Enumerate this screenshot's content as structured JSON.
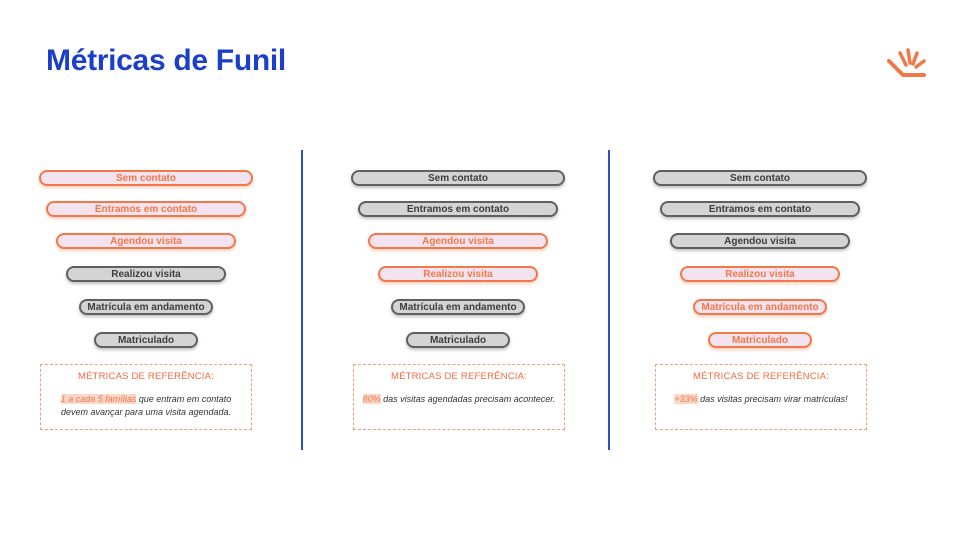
{
  "page": {
    "title": "Métricas de Funil",
    "accent_color": "#1c3fc9",
    "highlight_color": "#f27749",
    "logo_icon": "sun-rays-logo-icon"
  },
  "funnels": [
    {
      "stages": [
        {
          "label": "Sem contato",
          "active": true
        },
        {
          "label": "Entramos em contato",
          "active": true
        },
        {
          "label": "Agendou visita",
          "active": true
        },
        {
          "label": "Realizou visita",
          "active": false
        },
        {
          "label": "Matrícula em andamento",
          "active": false
        },
        {
          "label": "Matriculado",
          "active": false
        }
      ],
      "metric": {
        "heading": "MÉTRICAS DE REFERÊNCIA:",
        "highlight": "1 a cada 5 famílias",
        "text": " que entram em contato devem avançar para uma visita agendada."
      }
    },
    {
      "stages": [
        {
          "label": "Sem contato",
          "active": false
        },
        {
          "label": "Entramos em contato",
          "active": false
        },
        {
          "label": "Agendou visita",
          "active": true
        },
        {
          "label": "Realizou visita",
          "active": true
        },
        {
          "label": "Matrícula em andamento",
          "active": false
        },
        {
          "label": "Matriculado",
          "active": false
        }
      ],
      "metric": {
        "heading": "MÉTRICAS DE REFERÊNCIA:",
        "highlight": "80%",
        "text": " das visitas agendadas precisam acontecer."
      }
    },
    {
      "stages": [
        {
          "label": "Sem contato",
          "active": false
        },
        {
          "label": "Entramos em contato",
          "active": false
        },
        {
          "label": "Agendou visita",
          "active": false
        },
        {
          "label": "Realizou visita",
          "active": true
        },
        {
          "label": "Matrícula em andamento",
          "active": true
        },
        {
          "label": "Matriculado",
          "active": true
        }
      ],
      "metric": {
        "heading": "MÉTRICAS DE REFERÊNCIA:",
        "highlight": "+33%",
        "text": " das visitas precisam virar matrículas!"
      }
    }
  ]
}
